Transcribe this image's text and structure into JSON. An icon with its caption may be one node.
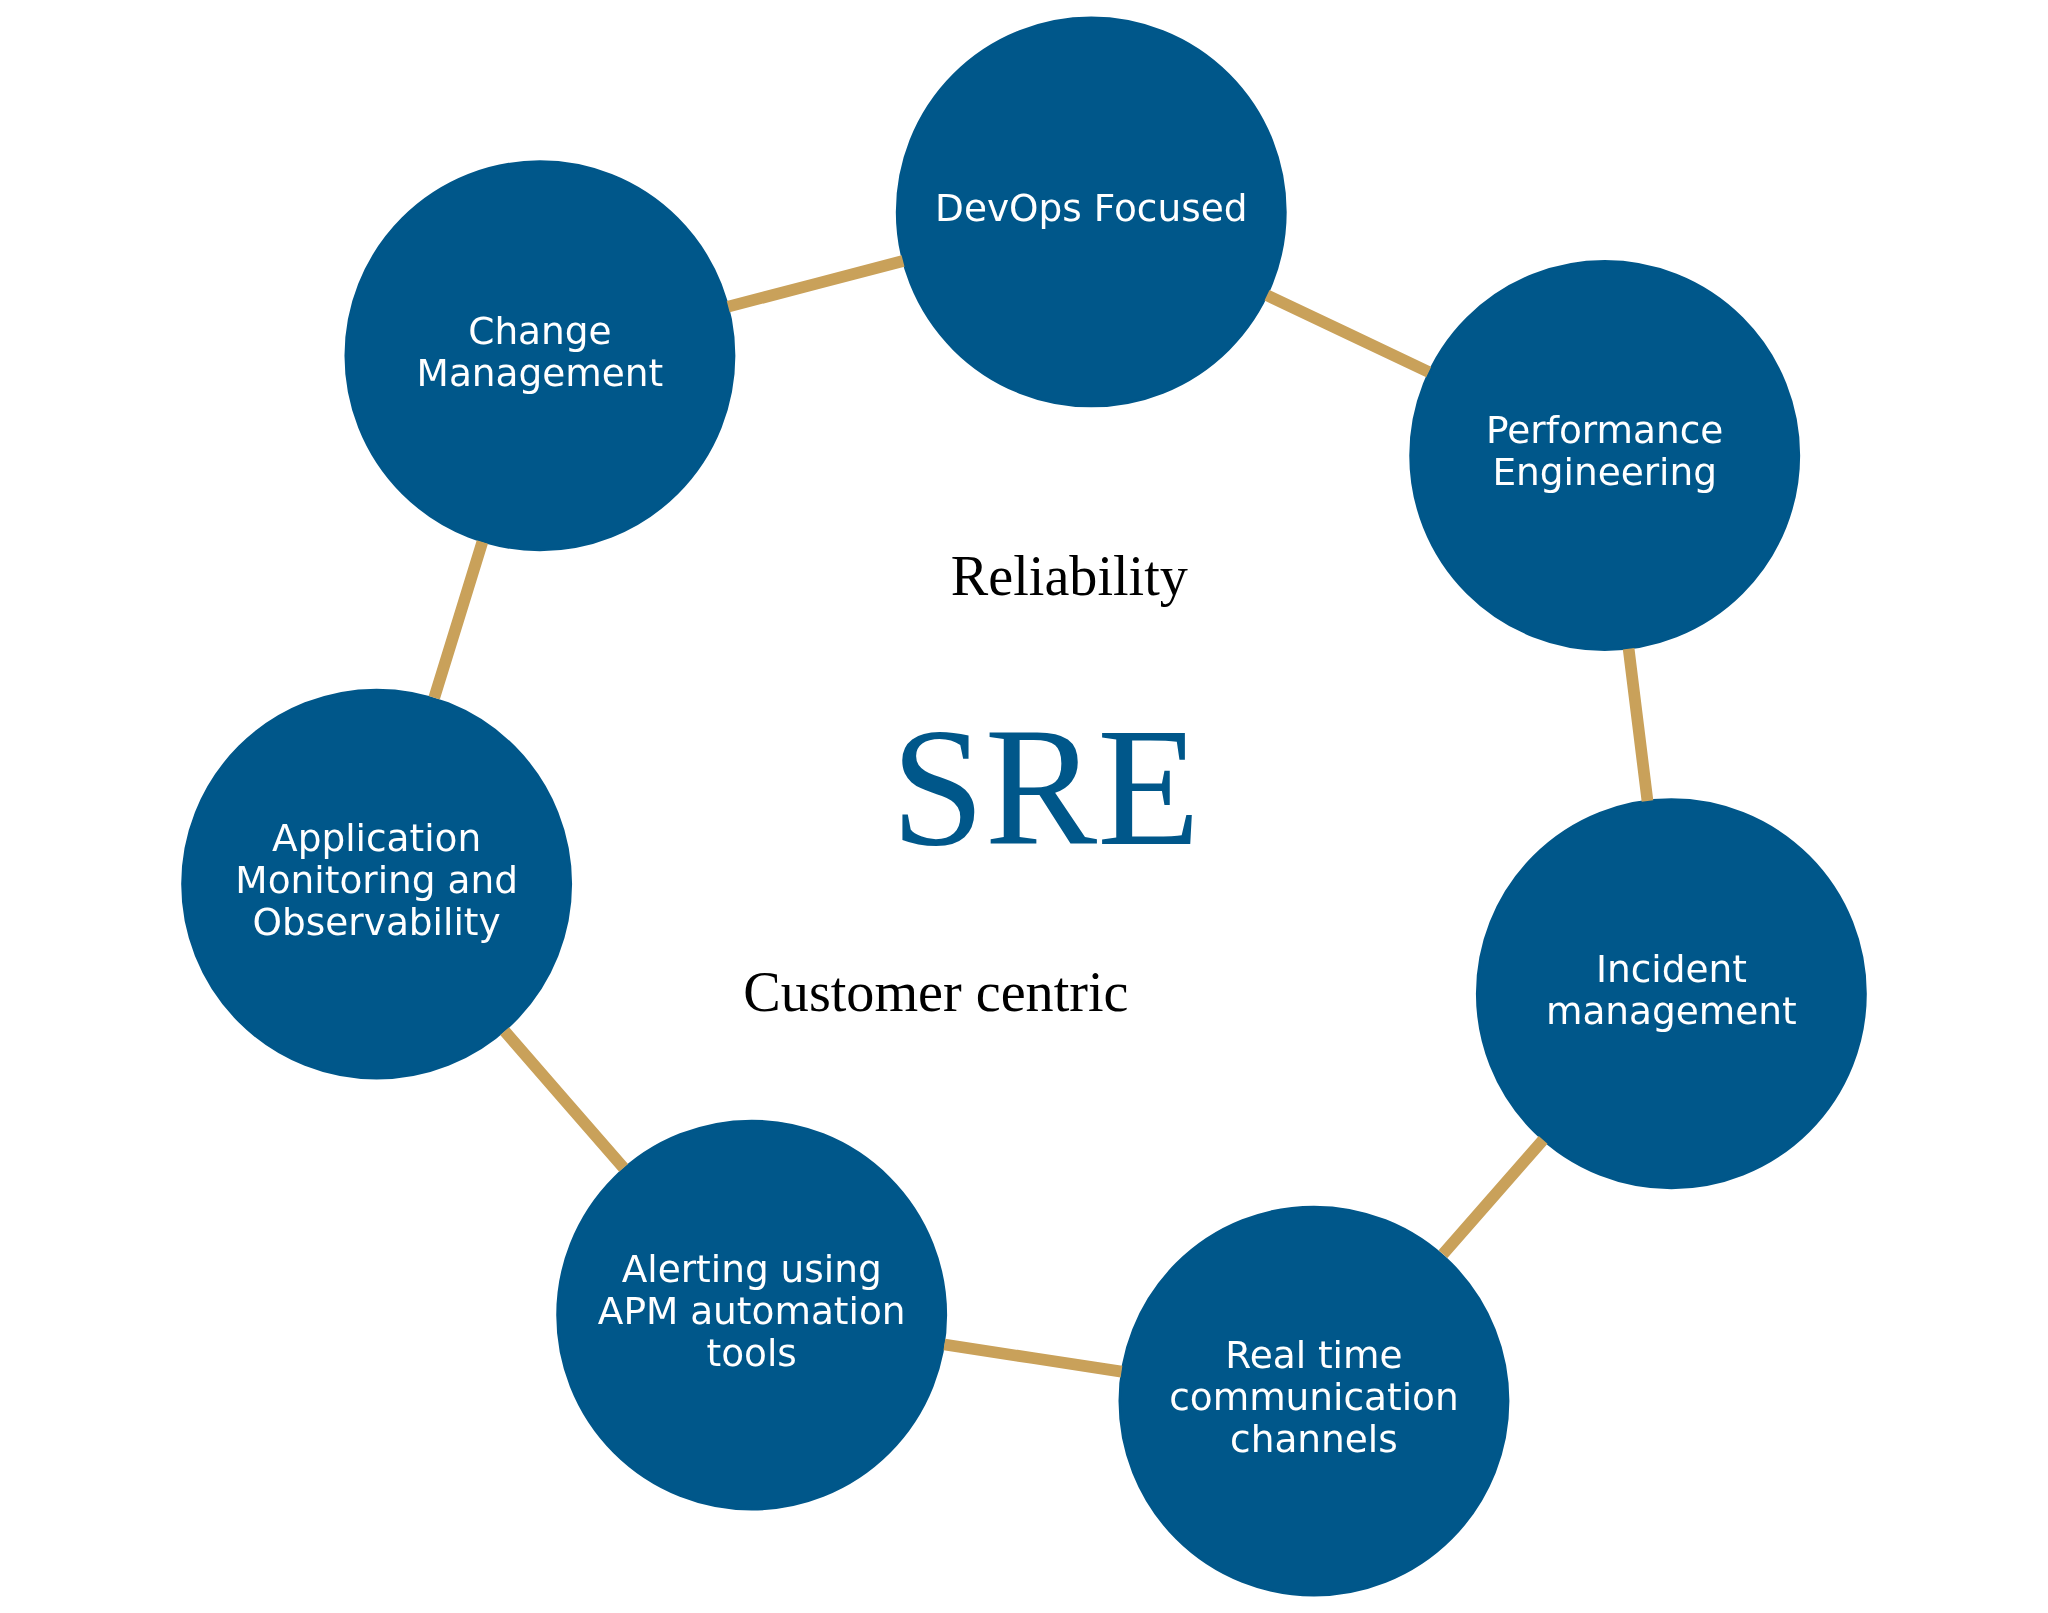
{
  "diagram": {
    "nodes": [
      {
        "text": [
          "Alerting using APM automation tools"
        ]
      },
      {
        "text": [
          "Real time communication channels"
        ]
      },
      {
        "text": [
          "Incident management"
        ]
      },
      {
        "text": [
          "Performance Engineering"
        ]
      },
      {
        "text": [
          "DevOps Focused"
        ]
      },
      {
        "text": [
          "Change Management"
        ]
      },
      {
        "text": [
          "Application Monitoring and Observability"
        ]
      }
    ],
    "edges": [
      {
        "from": 0,
        "to": 1,
        "arrow": "none"
      },
      {
        "from": 1,
        "to": 2,
        "arrow": "none"
      },
      {
        "from": 2,
        "to": 3,
        "arrow": "none"
      },
      {
        "from": 3,
        "to": 4,
        "arrow": "none"
      },
      {
        "from": 4,
        "to": 5,
        "arrow": "none"
      },
      {
        "from": 5,
        "to": 6,
        "arrow": "none"
      },
      {
        "from": 6,
        "to": 0,
        "arrow": "none"
      }
    ],
    "labels": [
      "Customer centric",
      "SRE",
      "Reliability"
    ]
  }
}
